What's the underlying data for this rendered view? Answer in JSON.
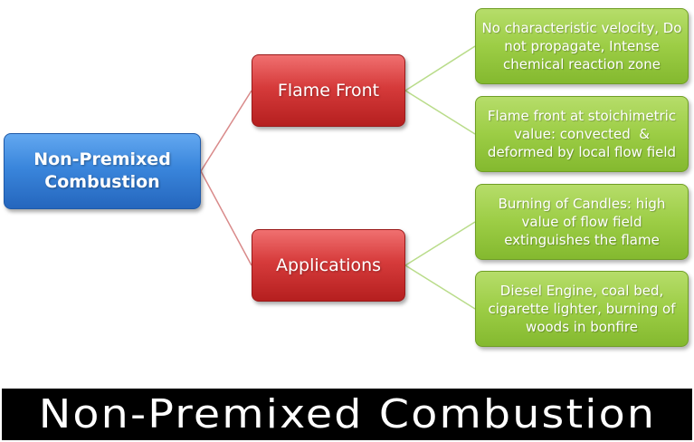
{
  "root": {
    "label": "Non-Premixed Combustion"
  },
  "branches": [
    {
      "label": "Flame Front",
      "children": [
        "No characteristic velocity, Do not propagate, Intense chemical reaction zone",
        "Flame front at stoichimetric value: convected  & deformed by local flow field"
      ]
    },
    {
      "label": "Applications",
      "children": [
        "Burning of Candles: high value of flow field extinguishes the flame",
        "Diesel Engine, coal bed, cigarette lighter, burning of woods in bonfire"
      ]
    }
  ],
  "banner": {
    "title": "Non-Premixed Combustion"
  },
  "colors": {
    "root": "#3a86dc",
    "branch": "#d63b3b",
    "leaf": "#9ccd45",
    "root_connector": "#d98a8a",
    "leaf_connector": "#b9dc8a",
    "banner_bg": "#000000"
  }
}
